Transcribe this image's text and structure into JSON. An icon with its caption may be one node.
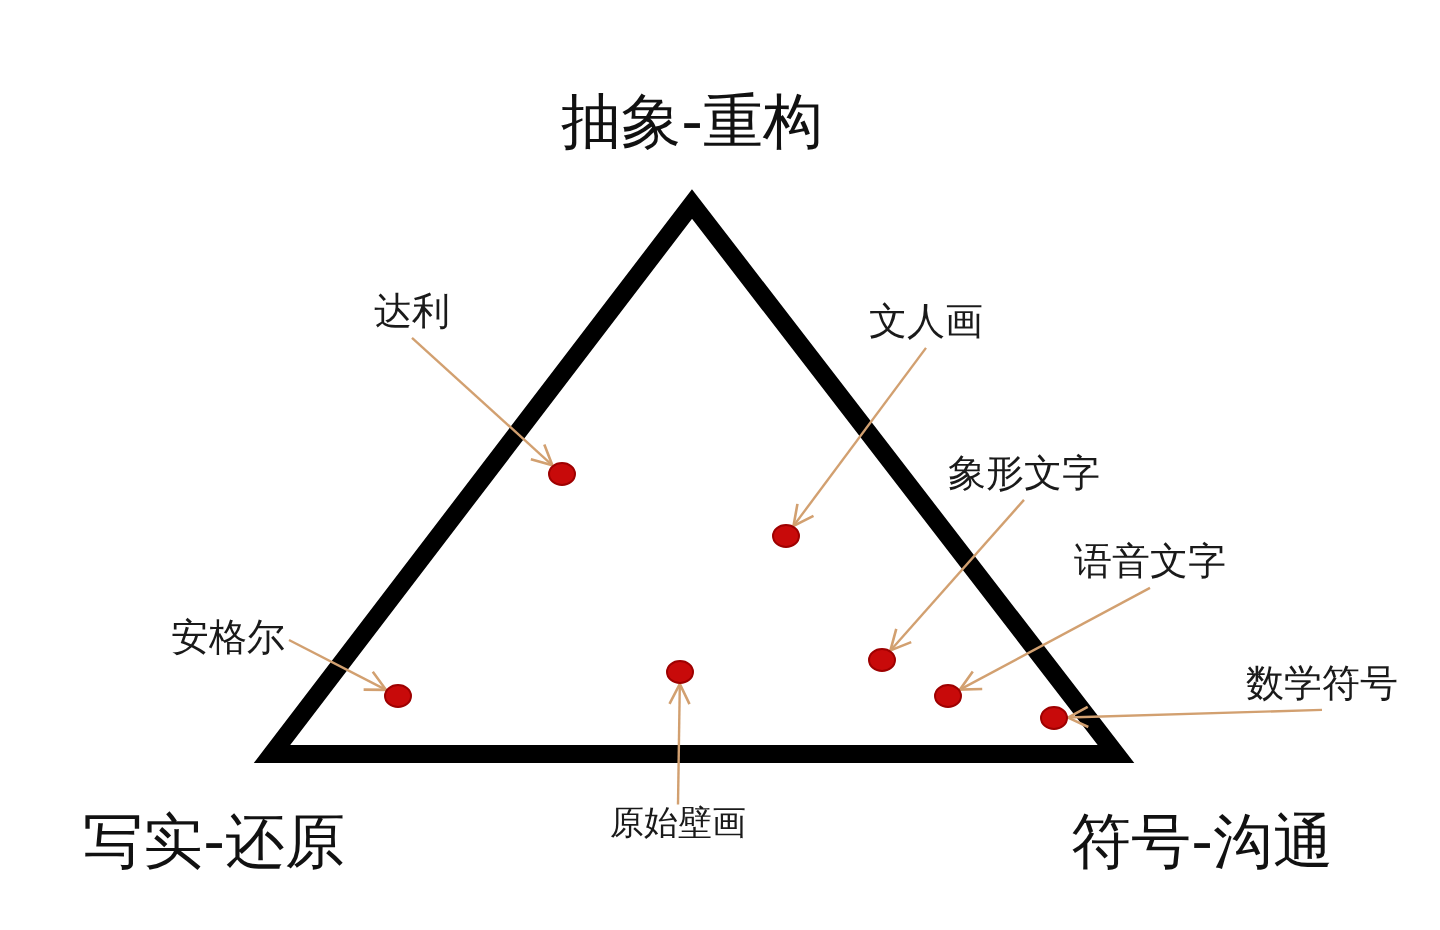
{
  "diagram": {
    "nodes": [
      {
        "text": [
          "达利"
        ]
      },
      {
        "text": [
          "文人画"
        ]
      },
      {
        "text": [
          "象形文字"
        ]
      },
      {
        "text": [
          "语音文字"
        ]
      },
      {
        "text": [
          "安格尔"
        ]
      },
      {
        "text": [
          "数学符号"
        ]
      },
      {
        "text": [
          "原始壁画"
        ]
      },
      {
        "text": [],
        "shape": "circle"
      },
      {
        "text": [],
        "shape": "circle"
      },
      {
        "text": [],
        "shape": "circle"
      },
      {
        "text": [],
        "shape": "circle"
      },
      {
        "text": [],
        "shape": "circle"
      },
      {
        "text": [],
        "shape": "circle"
      },
      {
        "text": [],
        "shape": "circle"
      }
    ],
    "edges": [
      {
        "from": 0,
        "to": 8,
        "arrow": "to"
      },
      {
        "from": 1,
        "to": 10,
        "arrow": "to"
      },
      {
        "from": 2,
        "to": 11,
        "arrow": "to"
      },
      {
        "from": 3,
        "to": 12,
        "arrow": "to"
      },
      {
        "from": 4,
        "to": 7,
        "arrow": "to"
      },
      {
        "from": 5,
        "to": 13,
        "arrow": "to"
      },
      {
        "from": 6,
        "to": 9,
        "arrow": "to"
      }
    ],
    "labels": [
      "抽象-重构",
      "写实-还原",
      "符号-沟通"
    ]
  }
}
